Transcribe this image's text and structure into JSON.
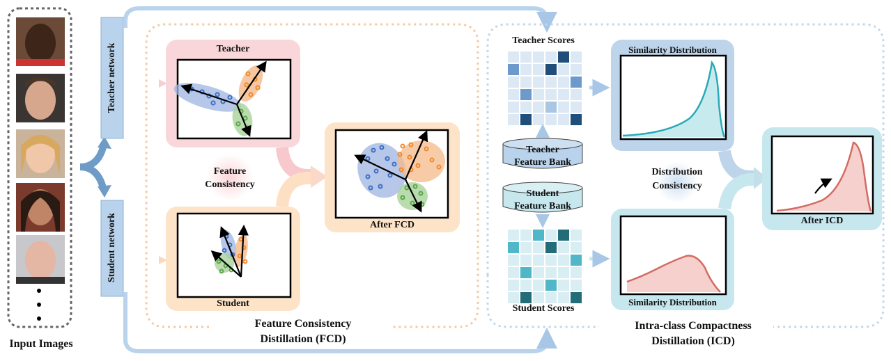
{
  "input": {
    "label": "Input Images",
    "faces": [
      "face-1",
      "face-2",
      "face-3",
      "face-4",
      "face-5"
    ]
  },
  "networks": {
    "teacher": "Teacher network",
    "student": "Student network"
  },
  "fcd": {
    "teacher_panel": "Teacher",
    "student_panel": "Student",
    "consistency_line1": "Feature",
    "consistency_line2": "Consistency",
    "after_panel": "After FCD",
    "title_line1": "Feature Consistency",
    "title_line2": "Distillation (FCD)"
  },
  "icd": {
    "teacher_scores": "Teacher Scores",
    "student_scores": "Student Scores",
    "teacher_bank_line1": "Teacher",
    "teacher_bank_line2": "Feature Bank",
    "student_bank_line1": "Student",
    "student_bank_line2": "Feature Bank",
    "sim_dist_top": "Similarity Distribution",
    "sim_dist_bottom": "Similarity Distribution",
    "dist_consistency_line1": "Distribution",
    "dist_consistency_line2": "Consistency",
    "after_panel": "After ICD",
    "title_line1": "Intra-class Compactness",
    "title_line2": "Distillation (ICD)"
  },
  "colors": {
    "teacher_pink": "#f9d6d9",
    "student_orange": "#fde3c8",
    "teacher_blue": "#bdd4ea",
    "student_cyan": "#c7e7ee",
    "cluster_blue": "#3d6fc4",
    "cluster_orange": "#f08a2c",
    "cluster_green": "#5aa84a",
    "teacher_curve": "#2aa9b7",
    "student_curve": "#d36b63"
  }
}
